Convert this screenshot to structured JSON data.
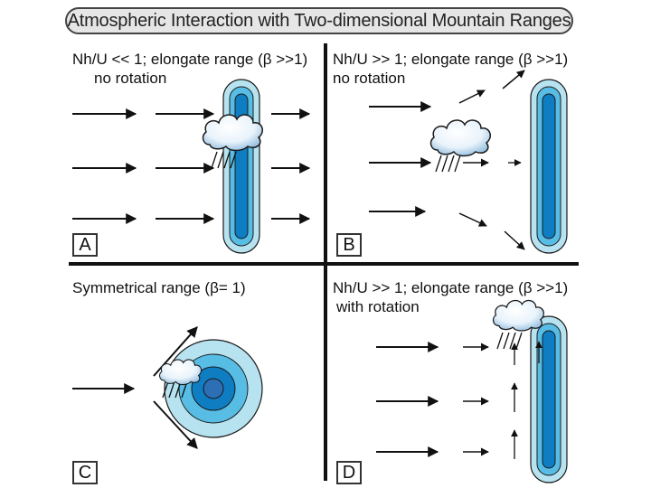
{
  "title": "Atmospheric Interaction with Two-dimensional Mountain Ranges",
  "panels": {
    "a": {
      "heading": "Nh/U << 1; elongate range (β >>1)",
      "sub": "no rotation",
      "letter": "A"
    },
    "b": {
      "heading": "Nh/U >> 1; elongate range (β >>1)",
      "sub": "no rotation",
      "letter": "B"
    },
    "c": {
      "heading": "Symmetrical range (β= 1)",
      "letter": "C"
    },
    "d": {
      "heading": "Nh/U >> 1; elongate range (β >>1)",
      "sub": "with rotation",
      "letter": "D"
    }
  },
  "colors": {
    "range_outer": "#b7e3f1",
    "range_mid": "#58bde4",
    "range_inner": "#0e7dc2",
    "range_core": "#2d6fb4",
    "cloud_light": "#ffffff",
    "cloud_dark": "#7fb2d8",
    "outline": "#1a1a1a"
  }
}
